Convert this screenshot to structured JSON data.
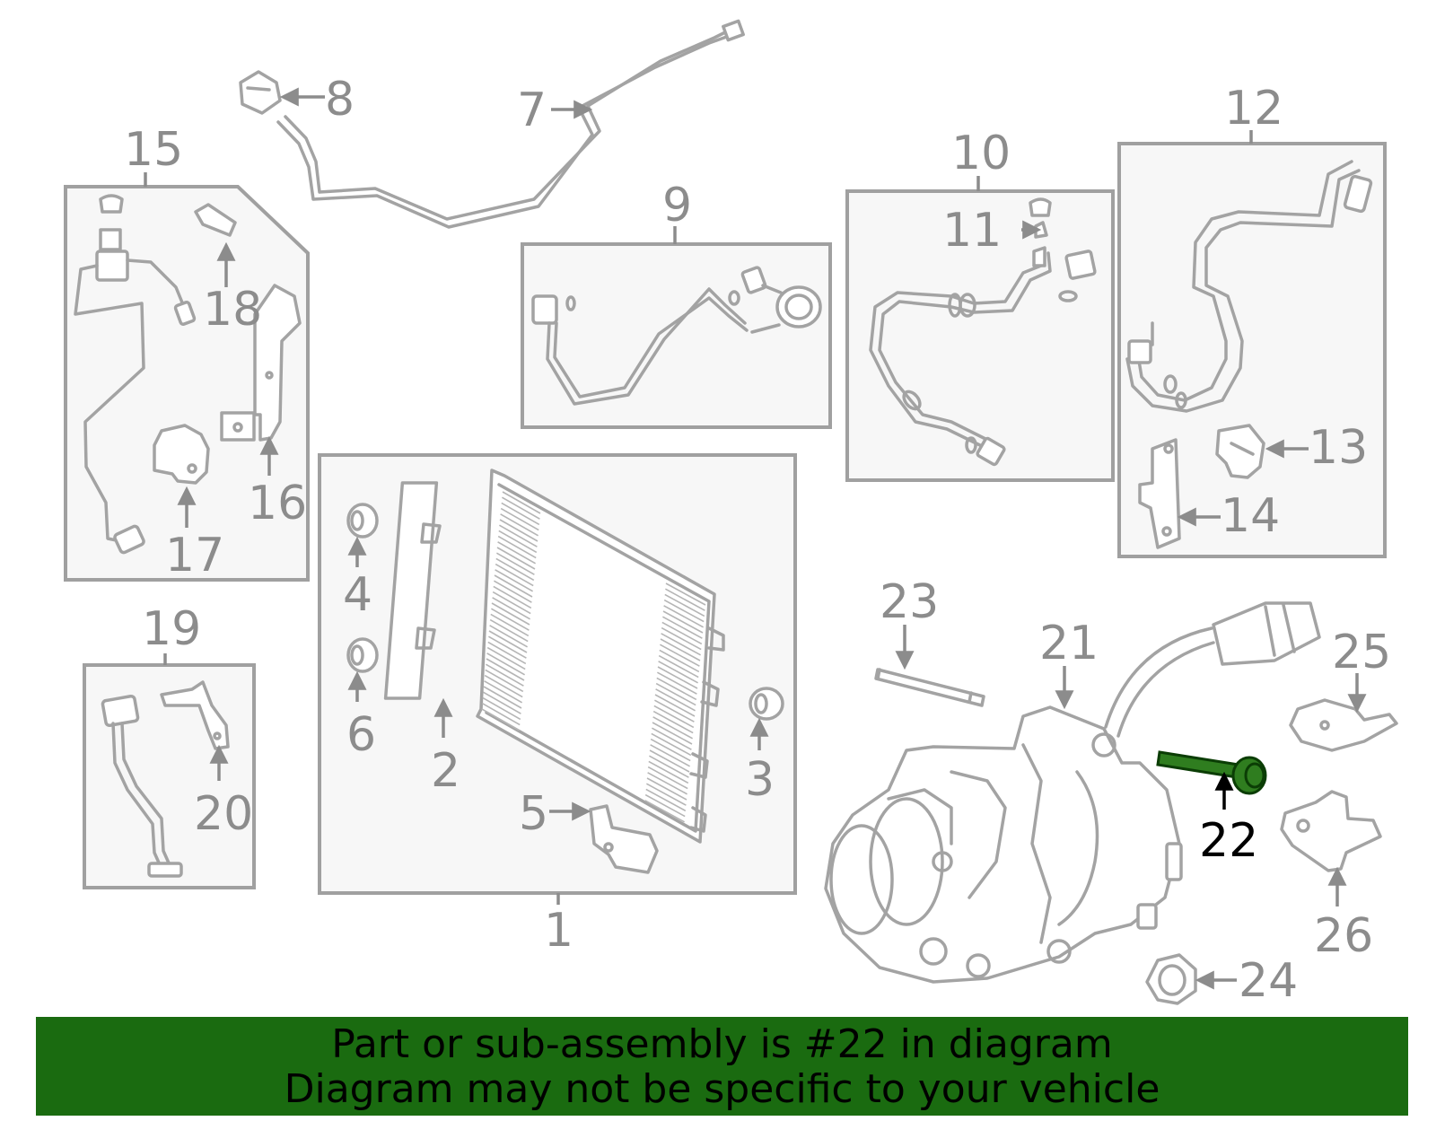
{
  "callouts": {
    "c1": "1",
    "c2": "2",
    "c3": "3",
    "c4": "4",
    "c5": "5",
    "c6": "6",
    "c7": "7",
    "c8": "8",
    "c9": "9",
    "c10": "10",
    "c11": "11",
    "c12": "12",
    "c13": "13",
    "c14": "14",
    "c15": "15",
    "c16": "16",
    "c17": "17",
    "c18": "18",
    "c19": "19",
    "c20": "20",
    "c21": "21",
    "c22": "22",
    "c23": "23",
    "c24": "24",
    "c25": "25",
    "c26": "26"
  },
  "highlight": {
    "part": "22",
    "color": "#2f7d1f"
  },
  "banner": {
    "line1": "Part or sub-assembly is #22 in diagram",
    "line2": "Diagram may not be specific to your vehicle",
    "background": "#1a6b10"
  }
}
